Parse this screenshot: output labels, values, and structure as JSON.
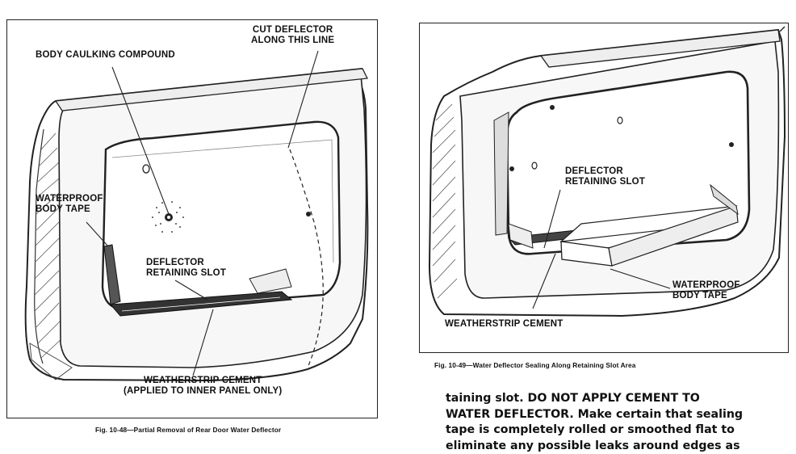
{
  "left_figure": {
    "labels": {
      "cut_deflector": [
        "CUT DEFLECTOR",
        "ALONG THIS LINE"
      ],
      "body_caulking": "BODY CAULKING COMPOUND",
      "waterproof_tape": [
        "WATERPROOF",
        "BODY TAPE"
      ],
      "retaining_slot": [
        "DEFLECTOR",
        "RETAINING SLOT"
      ],
      "weatherstrip": [
        "WEATHERSTRIP CEMENT",
        "(APPLIED TO INNER PANEL ONLY)"
      ]
    },
    "caption": "Fig. 10-48—Partial Removal of Rear Door Water Deflector"
  },
  "right_figure": {
    "labels": {
      "retaining_slot": [
        "DEFLECTOR",
        "RETAINING SLOT"
      ],
      "waterproof_tape": [
        "WATERPROOF",
        "BODY TAPE"
      ],
      "weatherstrip": "WEATHERSTRIP CEMENT"
    },
    "caption": "Fig. 10-49—Water Deflector Sealing Along Retaining Slot Area"
  },
  "body_text": {
    "lines": [
      "taining slot. DO NOT APPLY CEMENT TO",
      "WATER DEFLECTOR. Make certain that sealing",
      "tape is completely rolled or smoothed flat to",
      "eliminate any possible leaks around edges as"
    ]
  }
}
